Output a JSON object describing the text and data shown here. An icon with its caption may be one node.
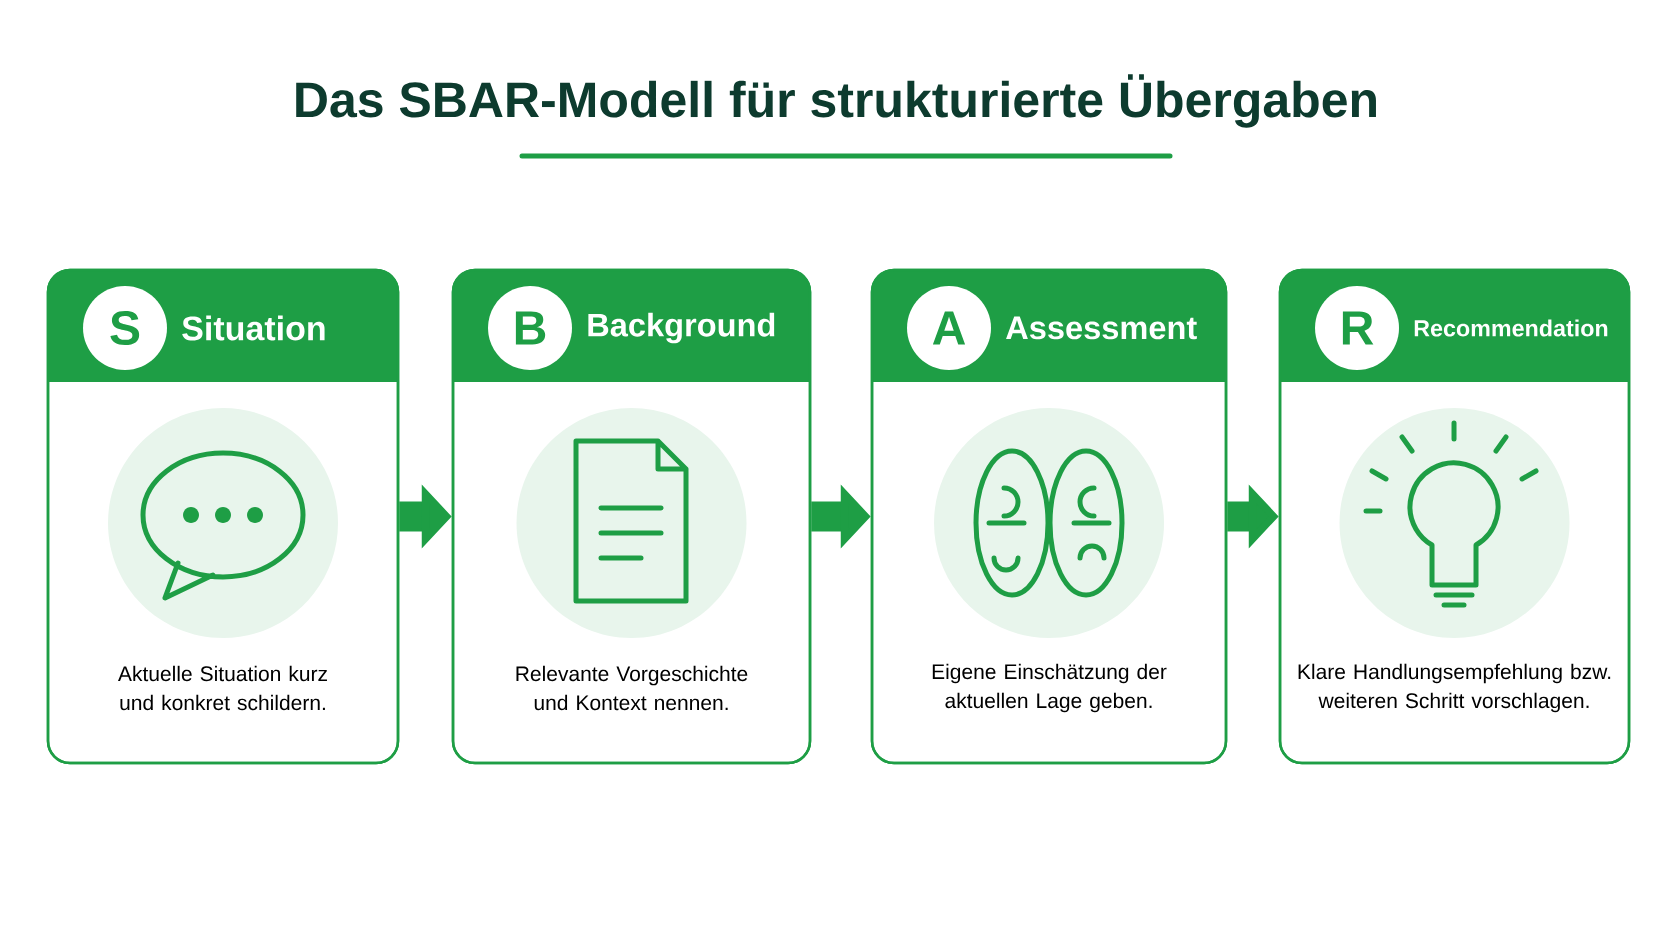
{
  "diagram": {
    "title": "Das SBAR-Modell für strukturierte Übergaben",
    "nodes": [
      {
        "text": [
          "S",
          "Situation",
          "Aktuelle Situation kurz und konkret schildern."
        ]
      },
      {
        "text": [
          "B",
          "Background",
          "Relevante Vorgeschichte und Kontext nennen."
        ]
      },
      {
        "text": [
          "A",
          "Assessment",
          "Eigene Einschätzung der aktuellen Lage geben."
        ]
      },
      {
        "text": [
          "R",
          "Recommendation",
          "Klare Handlungsempfehlung bzw. weiteren Schritt vorschlagen."
        ]
      }
    ],
    "edges": [
      {
        "from": 0,
        "to": 1,
        "arrow": "to"
      },
      {
        "from": 1,
        "to": 2,
        "arrow": "to"
      },
      {
        "from": 2,
        "to": 3,
        "arrow": "to"
      }
    ]
  }
}
